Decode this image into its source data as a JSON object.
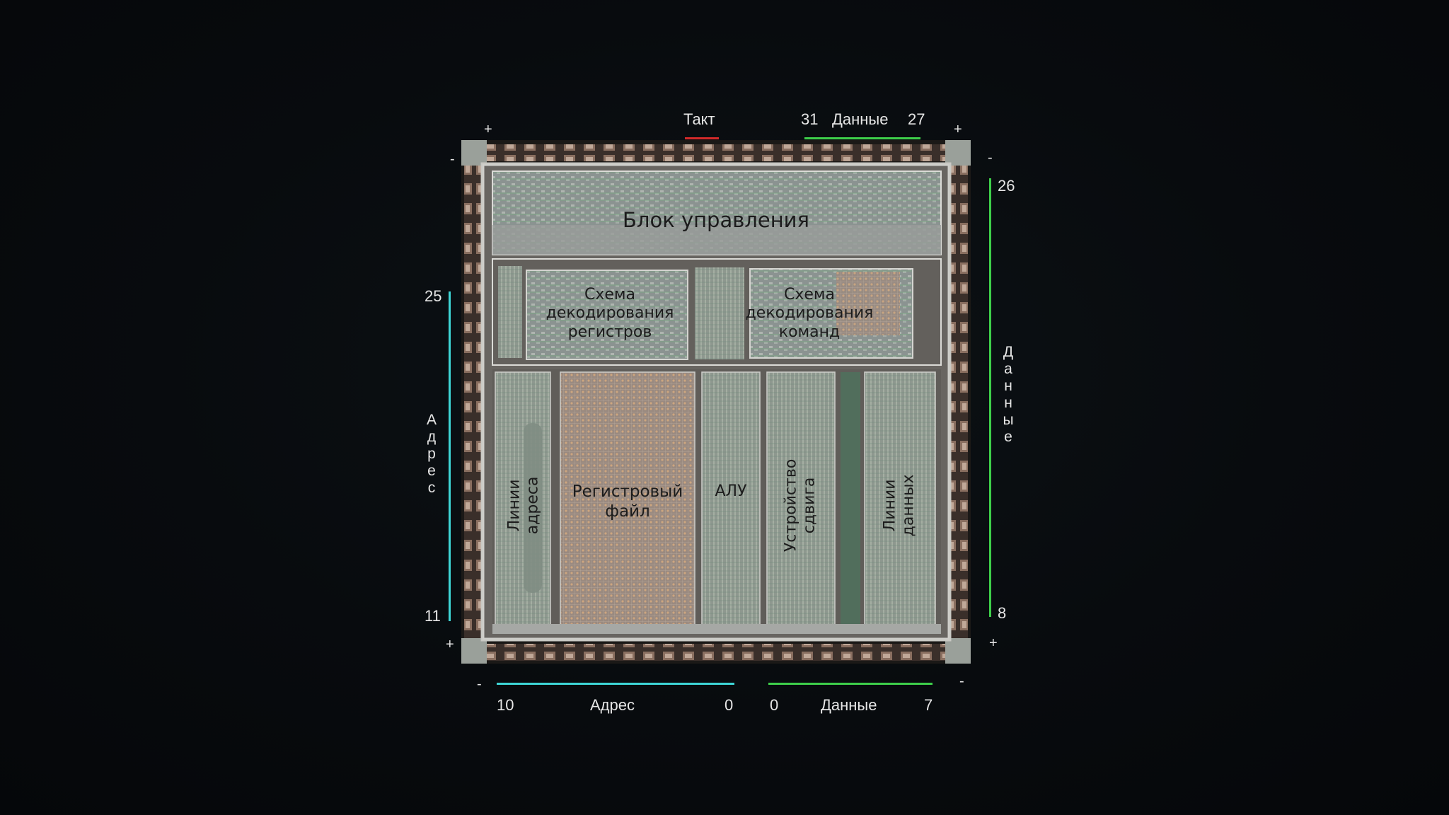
{
  "top": {
    "clock_label": "Такт",
    "data_label": "Данные",
    "data_hi": "31",
    "data_lo": "27"
  },
  "right": {
    "data_top": "26",
    "data_bottom": "8",
    "data_letters": [
      "Д",
      "а",
      "н",
      "н",
      "ы",
      "е"
    ]
  },
  "left": {
    "addr_top": "25",
    "addr_bottom": "11",
    "addr_letters": [
      "А",
      "д",
      "р",
      "е",
      "с"
    ]
  },
  "bottom": {
    "addr_left": "10",
    "addr_label": "Адрес",
    "addr_right": "0",
    "data_left": "0",
    "data_label": "Данные",
    "data_right": "7"
  },
  "power": {
    "plus": "+",
    "minus": "-"
  },
  "blocks": {
    "control_unit": "Блок управления",
    "reg_decoder": [
      "Схема",
      "декодирования",
      "регистров"
    ],
    "instr_decoder": [
      "Схема",
      "декодирования",
      "команд"
    ],
    "addr_lines": [
      "Линии",
      "адреса"
    ],
    "reg_file": [
      "Регистровый",
      "файл"
    ],
    "alu": "АЛУ",
    "shifter": [
      "Устройство",
      "сдвига"
    ],
    "data_lines": [
      "Линии",
      "данных"
    ]
  },
  "colors": {
    "clock": "#d42a2a",
    "data": "#3ecf4a",
    "address": "#3ed6d6"
  }
}
